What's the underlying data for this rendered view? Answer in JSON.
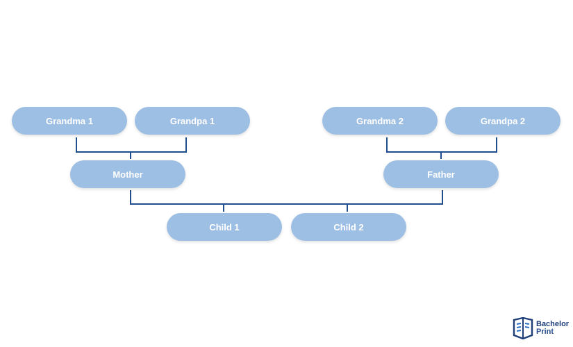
{
  "diagram": {
    "nodes": {
      "grandma1": "Grandma 1",
      "grandpa1": "Grandpa 1",
      "grandma2": "Grandma 2",
      "grandpa2": "Grandpa 2",
      "mother": "Mother",
      "father": "Father",
      "child1": "Child 1",
      "child2": "Child 2"
    },
    "edges": [
      {
        "from": [
          "grandma1",
          "grandpa1"
        ],
        "to": "mother"
      },
      {
        "from": [
          "grandma2",
          "grandpa2"
        ],
        "to": "father"
      },
      {
        "from": [
          "mother",
          "father"
        ],
        "to": [
          "child1",
          "child2"
        ]
      }
    ],
    "colors": {
      "node_fill": "#9ebfe4",
      "node_text": "#ffffff",
      "connector": "#1f4e8c"
    }
  },
  "logo": {
    "line1": "Bachelor",
    "line2": "Print",
    "color": "#1f3f7a"
  }
}
